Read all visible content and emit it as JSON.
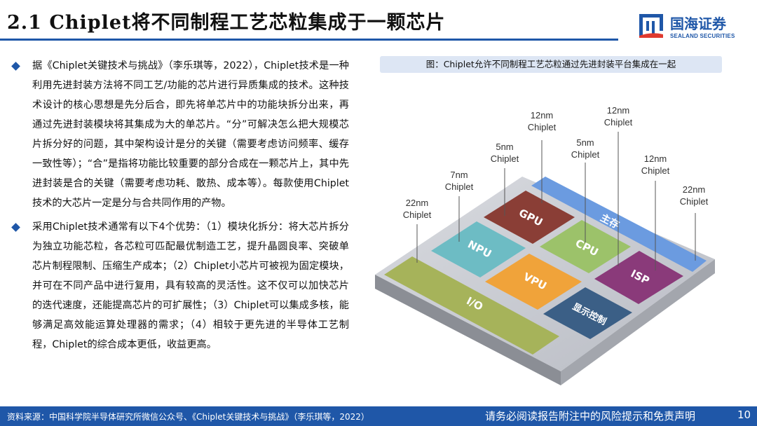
{
  "header": {
    "title": "2.1 Chiplet将不同制程工艺芯粒集成于一颗芯片",
    "logo_cn": "国海证券",
    "logo_en": "SEALAND SECURITIES"
  },
  "body": {
    "bullets": [
      "据《Chiplet关键技术与挑战》（李乐琪等，2022），Chiplet技术是一种利用先进封装方法将不同工艺/功能的芯片进行异质集成的技术。这种技术设计的核心思想是先分后合，即先将单芯片中的功能块拆分出来，再通过先进封装模块将其集成为大的单芯片。“分”可解决怎么把大规模芯片拆分好的问题，其中架构设计是分的关键（需要考虑访问频率、缓存一致性等）；“合”是指将功能比较重要的部分合成在一颗芯片上，其中先进封装是合的关键（需要考虑功耗、散热、成本等）。每款使用Chiplet技术的大芯片一定是分与合共同作用的产物。",
      "采用Chiplet技术通常有以下4个优势：（1）模块化拆分：将大芯片拆分为独立功能芯粒，各芯粒可匹配最优制造工艺，提升晶圆良率、突破单芯片制程限制、压缩生产成本；（2）Chiplet小芯片可被视为固定模块，并可在不同产品中进行复用，具有较高的灵活性。这不仅可以加快芯片的迭代速度，还能提高芯片的可扩展性；（3）Chiplet可以集成多核，能够满足高效能运算处理器的需求；（4）相较于更先进的半导体工艺制程，Chiplet的综合成本更低，收益更高。"
    ]
  },
  "figure": {
    "caption": "图：Chiplet允许不同制程工艺芯粒通过先进封装平台集成在一起",
    "tiles": {
      "gpu": "GPU",
      "npu": "NPU",
      "cpu": "CPU",
      "vpu": "VPU",
      "isp": "ISP",
      "io": "I/O",
      "display": "显示控制",
      "memory": "主存"
    },
    "callouts": [
      {
        "node": "22nm",
        "word": "Chiplet"
      },
      {
        "node": "7nm",
        "word": "Chiplet"
      },
      {
        "node": "5nm",
        "word": "Chiplet"
      },
      {
        "node": "12nm",
        "word": "Chiplet"
      },
      {
        "node": "5nm",
        "word": "Chiplet"
      },
      {
        "node": "12nm",
        "word": "Chiplet"
      },
      {
        "node": "12nm",
        "word": "Chiplet"
      },
      {
        "node": "22nm",
        "word": "Chiplet"
      }
    ],
    "colors": {
      "gpu": "#8a3e36",
      "npu": "#6dbcc4",
      "cpu": "#9cc26a",
      "vpu": "#f0a33a",
      "isp": "#8a3a7a",
      "io": "#a6b35a",
      "display": "#3b5f86",
      "memory": "#6b9be0"
    }
  },
  "footer": {
    "source": "资料来源：中国科学院半导体研究所微信公众号、《Chiplet关键技术与挑战》（李乐琪等，2022）",
    "disclaimer": "请务必阅读报告附注中的风险提示和免责声明",
    "page": "10"
  }
}
